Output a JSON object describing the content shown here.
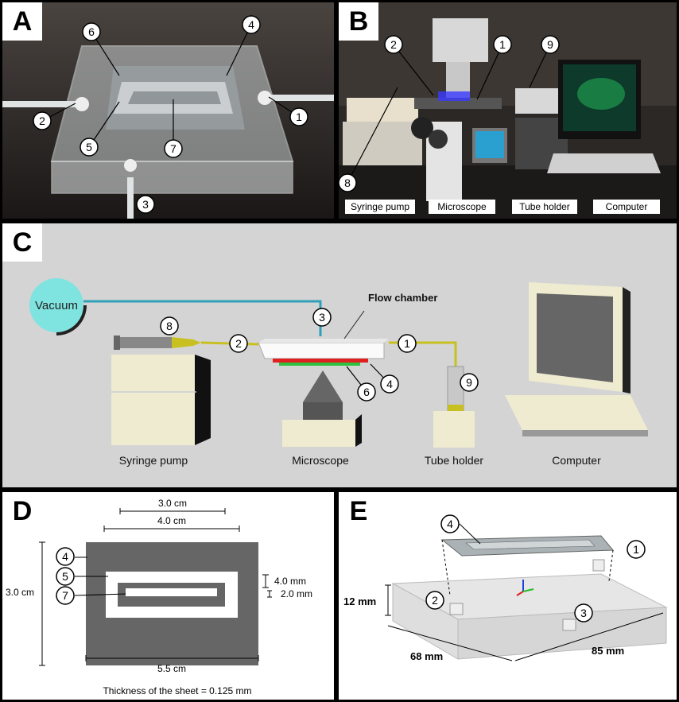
{
  "panels": {
    "a": {
      "label": "A"
    },
    "b": {
      "label": "B",
      "tags": [
        "Syringe pump",
        "Microscope",
        "Tube holder",
        "Computer"
      ]
    },
    "c": {
      "label": "C",
      "vacuum": "Vacuum",
      "flow_chamber": "Flow chamber",
      "captions": [
        "Syringe pump",
        "Microscope",
        "Tube holder",
        "Computer"
      ]
    },
    "d": {
      "label": "D",
      "dims": {
        "w_inner": "3.0 cm",
        "w_outer": "4.0 cm",
        "height": "3.0 cm",
        "width": "5.5 cm",
        "gap1": "4.0 mm",
        "gap2": "2.0 mm"
      },
      "thickness": "Thickness of the sheet = 0.125 mm"
    },
    "e": {
      "label": "E",
      "dims": {
        "h": "12 mm",
        "w": "68 mm",
        "l": "85 mm"
      }
    }
  },
  "callouts": {
    "n1": "1",
    "n2": "2",
    "n3": "3",
    "n4": "4",
    "n5": "5",
    "n6": "6",
    "n7": "7",
    "n8": "8",
    "n9": "9"
  },
  "colors": {
    "vacuum": "#7fe3e0",
    "tube_yellow": "#c8c020",
    "tube_cyan": "#30a0b8",
    "red": "#e02020",
    "green": "#30c040"
  }
}
